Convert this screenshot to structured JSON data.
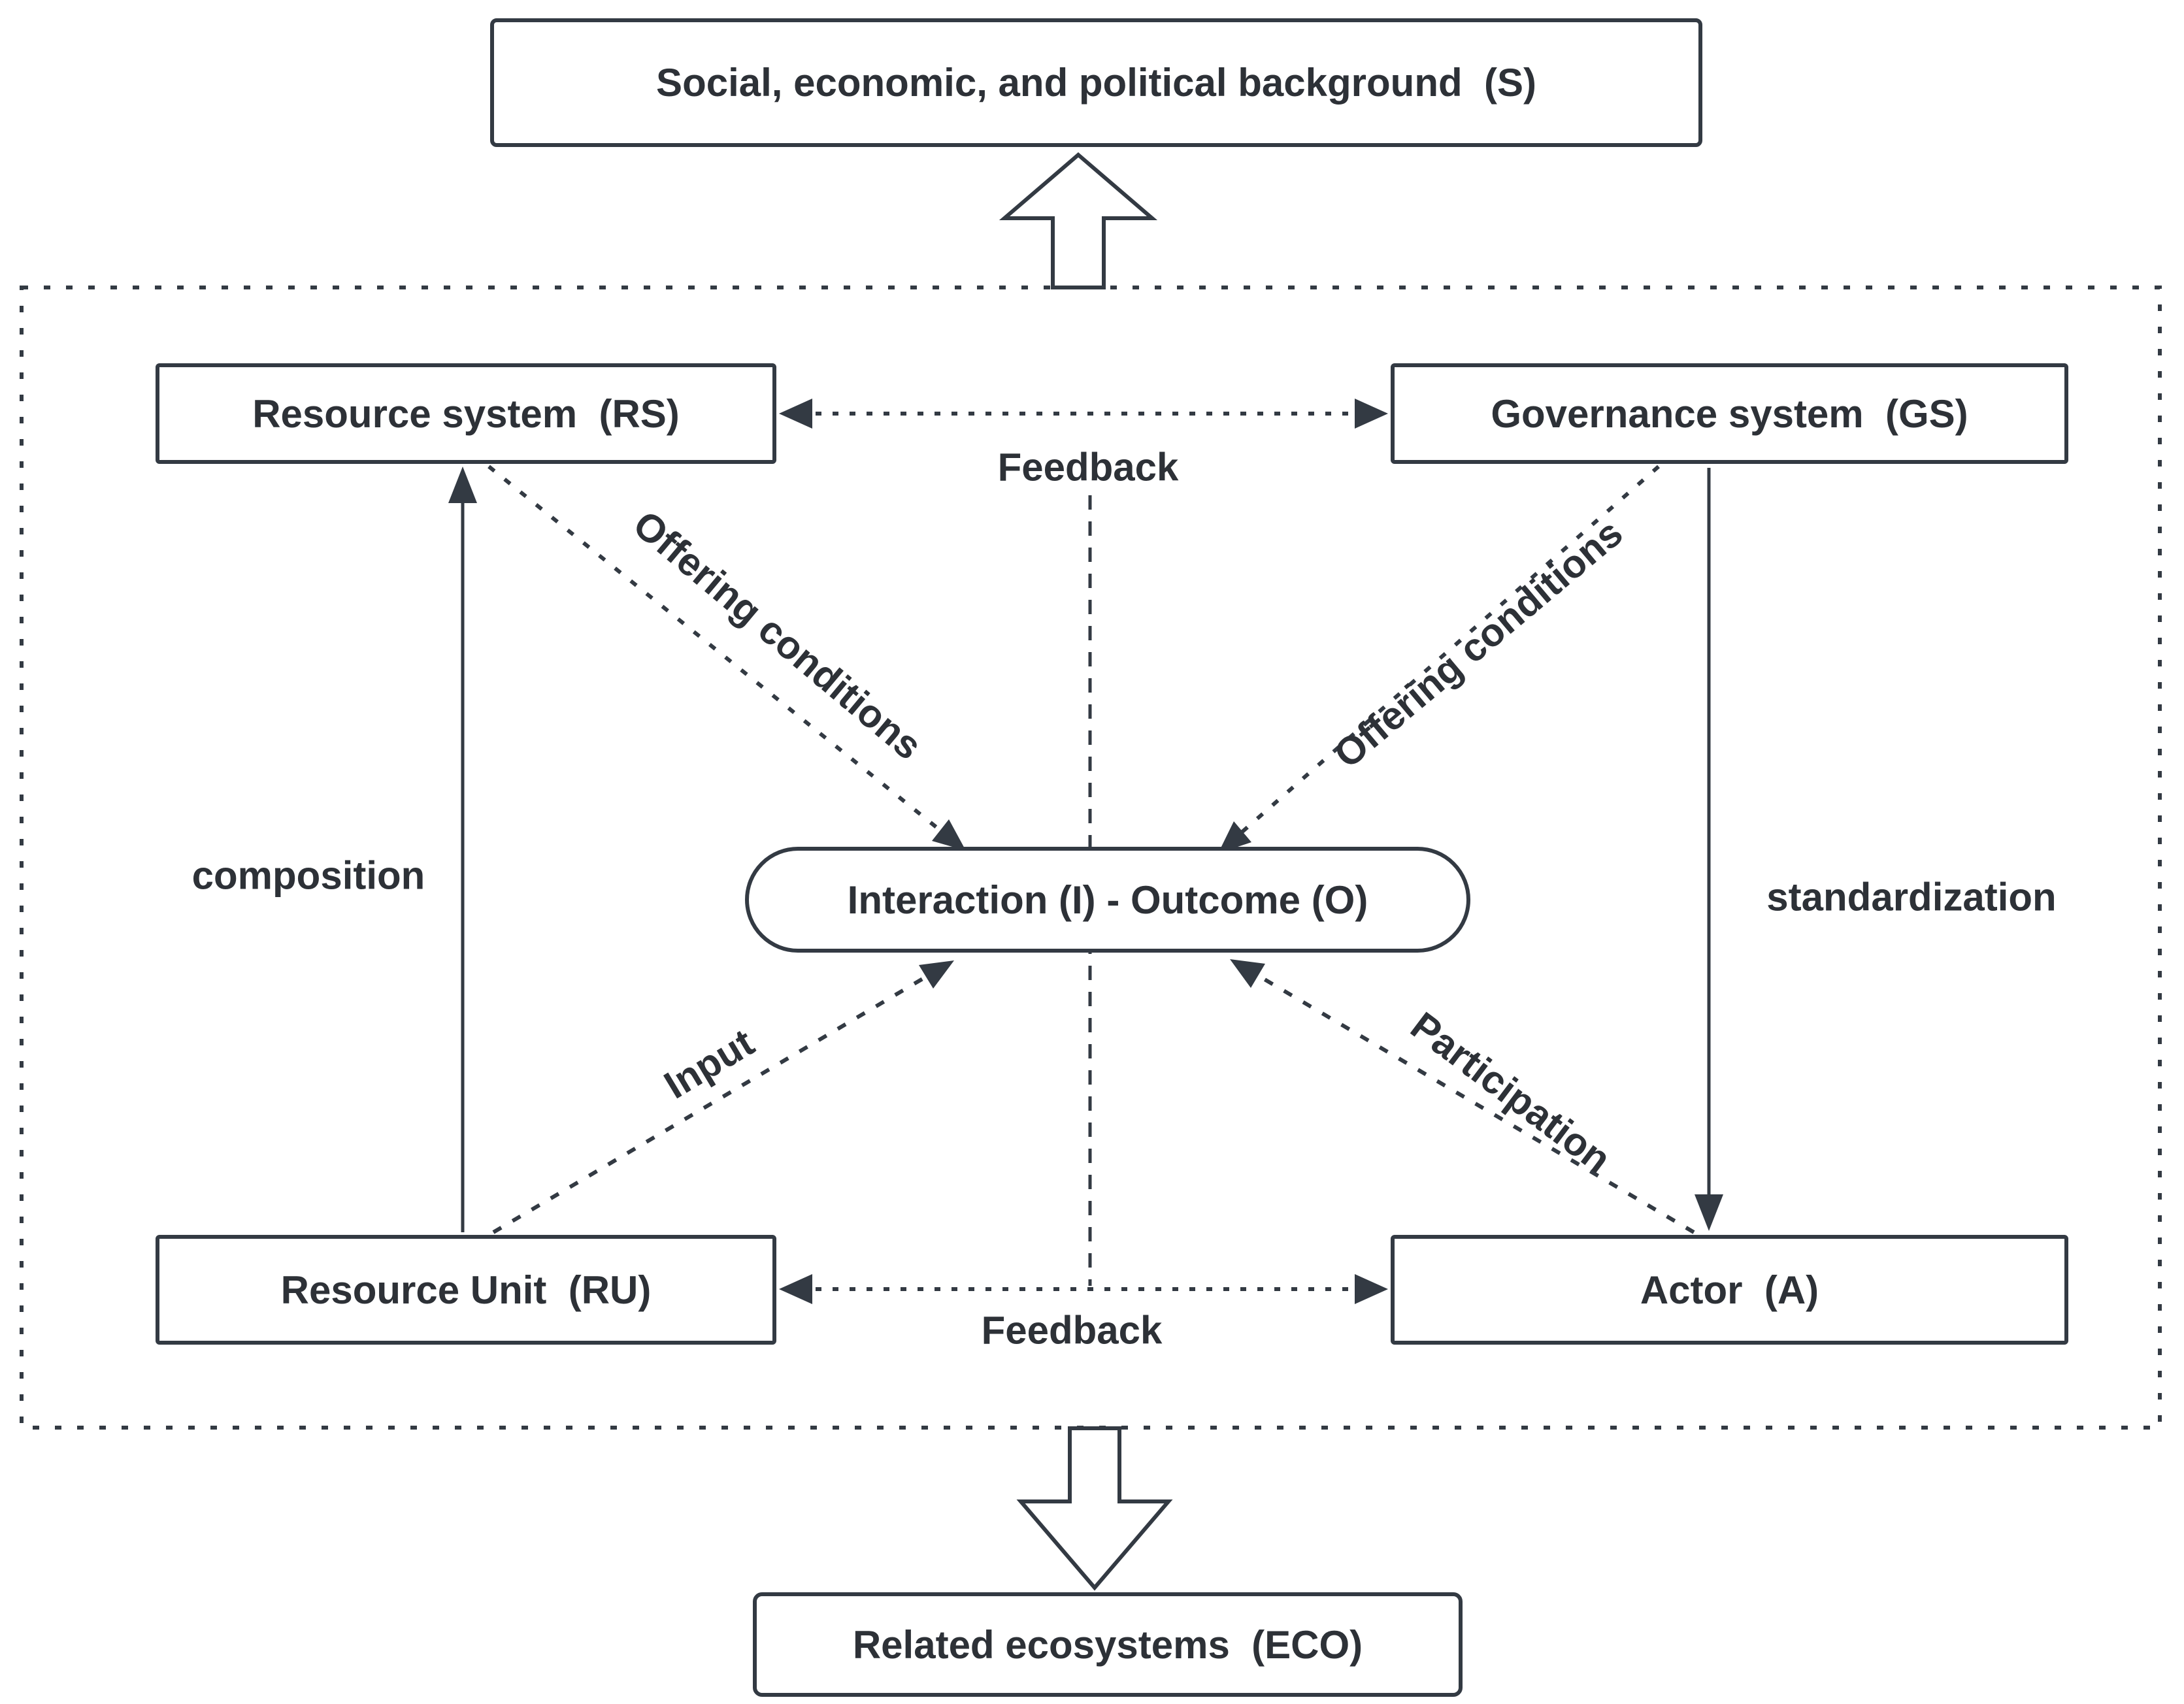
{
  "nodes": {
    "background_top": "Social, economic, and political background  (S)",
    "resource_system": "Resource system  (RS)",
    "governance_system": "Governance system  (GS)",
    "interaction_outcome": "Interaction (I) - Outcome (O)",
    "resource_unit": "Resource Unit  (RU)",
    "actor": "Actor  (A)",
    "related_ecosystems": "Related ecosystems  (ECO)"
  },
  "edge_labels": {
    "feedback_top": "Feedback",
    "feedback_bottom": "Feedback",
    "composition": "composition",
    "standardization": "standardization",
    "offering_conditions_left": "Offering conditions",
    "offering_conditions_right": "Offering conditions",
    "input": "Input",
    "participation": "Participation"
  },
  "colors": {
    "line": "#333a43",
    "text": "#2d3137",
    "background": "#ffffff"
  }
}
